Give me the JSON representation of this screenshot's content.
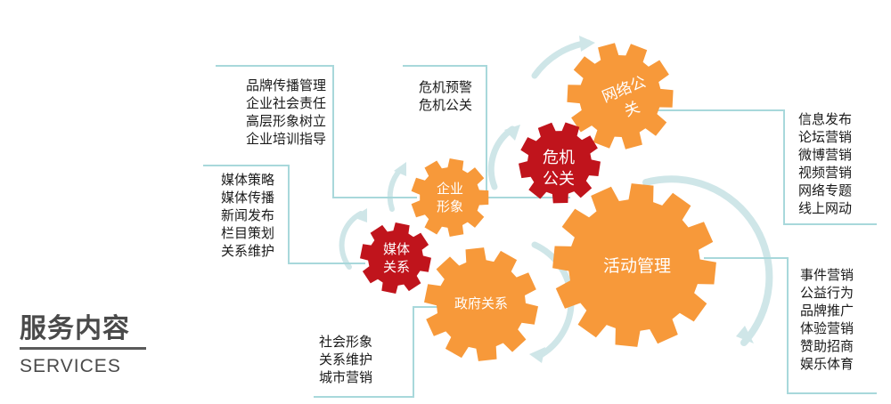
{
  "section": {
    "title": "服务内容",
    "subtitle": "SERVICES"
  },
  "gears": {
    "brand_image": {
      "label": [
        "企业",
        "形象"
      ]
    },
    "media_relations": {
      "label": [
        "媒体",
        "关系"
      ]
    },
    "crisis_pr": {
      "label": [
        "危机",
        "公关"
      ]
    },
    "network_pr": {
      "label": [
        "网络公",
        "关"
      ]
    },
    "gov_relations": {
      "label": [
        "政府关系"
      ]
    },
    "event_management": {
      "label": [
        "活动管理"
      ]
    }
  },
  "lists": {
    "brand_image": [
      "品牌传播管理",
      "企业社会责任",
      "高层形象树立",
      "企业培训指导"
    ],
    "media_relations": [
      "媒体策略",
      "媒体传播",
      "新闻发布",
      "栏目策划",
      "关系维护"
    ],
    "crisis_pr": [
      "危机预警",
      "危机公关"
    ],
    "network_pr": [
      "信息发布",
      "论坛营销",
      "微博营销",
      "视频营销",
      "网络专题",
      "线上网动"
    ],
    "gov_relations": [
      "社会形象",
      "关系维护",
      "城市营销"
    ],
    "event_management": [
      "事件营销",
      "公益行为",
      "品牌推广",
      "体验营销",
      "赞助招商",
      "娱乐体育"
    ]
  },
  "colors": {
    "orange": "#F7993A",
    "red": "#C0141C",
    "connector": "#A8D8DB",
    "arrow": "#CFE6E8",
    "text": "#1a1a1a"
  }
}
